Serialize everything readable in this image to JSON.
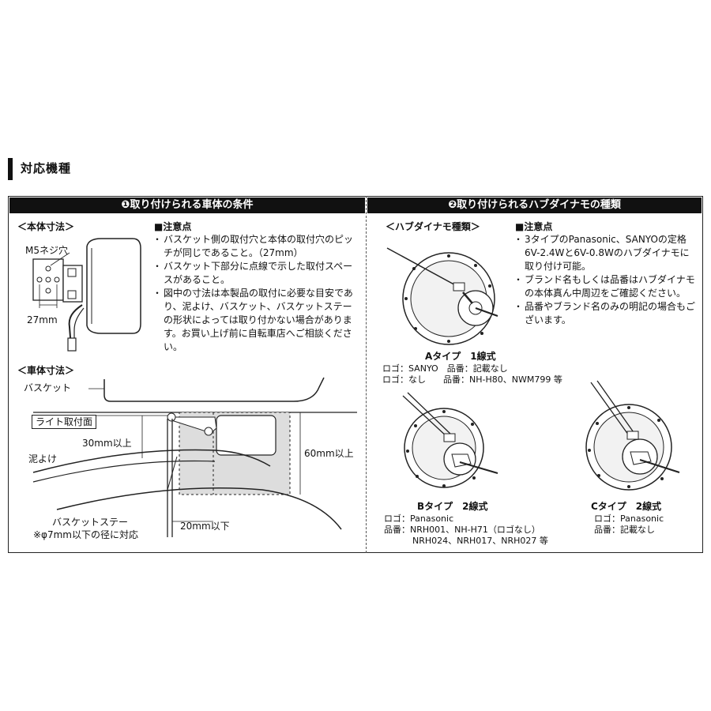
{
  "section_title": "対応機種",
  "left": {
    "header": "❶取り付けられる車体の条件",
    "body_dim": {
      "heading": "＜本体寸法＞",
      "screw_label": "M5ネジ穴",
      "pitch_label": "27mm"
    },
    "notes_heading": "■注意点",
    "notes": [
      "バスケット側の取付穴と本体の取付穴のピッチが同じであること。（27mm）",
      "バスケット下部分に点線で示した取付スペースがあること。",
      "図中の寸法は本製品の取付に必要な目安であり、泥よけ、バスケット、バスケットステーの形状によっては取り付かない場合があります。お買い上げ前に自転車店へご相談ください。"
    ],
    "vehicle_dim": {
      "heading": "＜車体寸法＞",
      "basket": "バスケット",
      "light_surface": "ライト取付面",
      "dim_30": "30mm以上",
      "dim_60": "60mm以上",
      "mudguard": "泥よけ",
      "basket_stay": "バスケットステー",
      "stay_note": "※φ7mm以下の径に対応",
      "dim_20": "20mm以下"
    }
  },
  "right": {
    "header": "❷取り付けられるハブダイナモの種類",
    "types_heading": "＜ハブダイナモ種類＞",
    "notes_heading": "■注意点",
    "notes": [
      "3タイプのPanasonic、SANYOの定格6V-2.4Wと6V-0.8Wのハブダイナモに取り付け可能。",
      "ブランド名もしくは品番はハブダイナモの本体真ん中周辺をご確認ください。",
      "品番やブランド名のみの明記の場合もございます。"
    ],
    "type_a": {
      "caption": "Aタイプ　1線式",
      "line1": "ロゴ：SANYO　品番：記載なし",
      "line2": "ロゴ：なし　　品番：NH-H80、NWM799 等"
    },
    "type_b": {
      "caption": "Bタイプ　2線式",
      "line1": "ロゴ：Panasonic",
      "line2": "品番：NRH001、NH-H71（ロゴなし）",
      "line3": "NRH024、NRH017、NRH027 等"
    },
    "type_c": {
      "caption": "Cタイプ　2線式",
      "line1": "ロゴ：Panasonic",
      "line2": "品番：記載なし"
    }
  }
}
